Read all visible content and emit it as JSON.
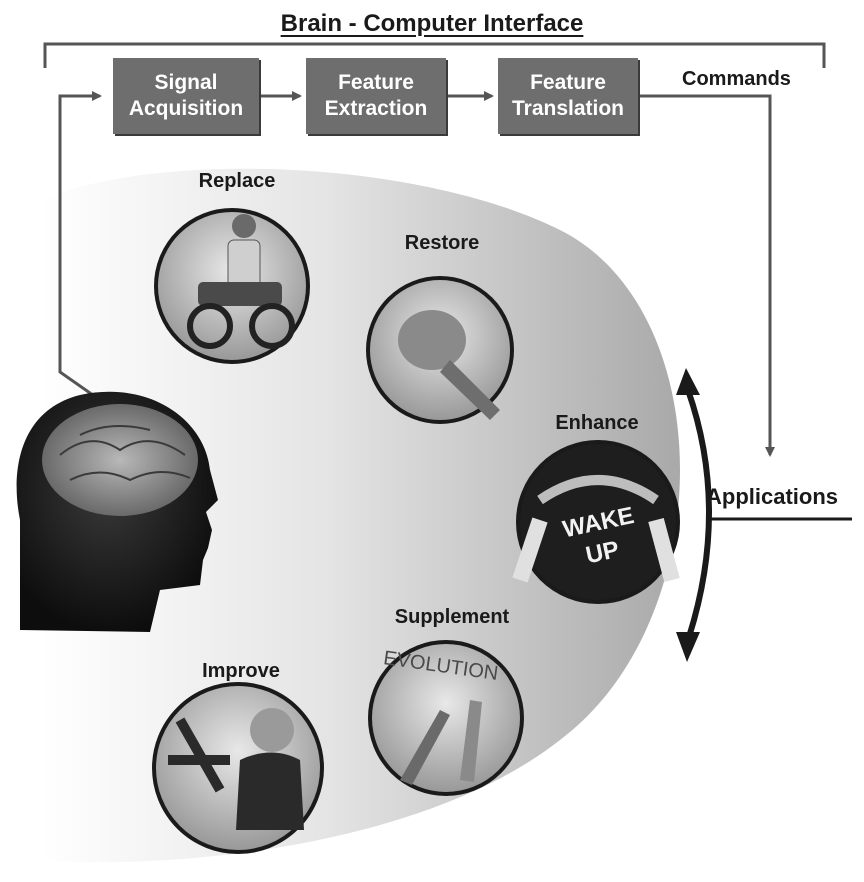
{
  "title": "Brain - Computer Interface",
  "pipeline": {
    "signal_acquisition": [
      "Signal",
      "Acquisition"
    ],
    "feature_extraction": [
      "Feature",
      "Extraction"
    ],
    "feature_translation": [
      "Feature",
      "Translation"
    ]
  },
  "commands_label": "Commands",
  "applications_label": "Applications",
  "applications": [
    "Replace",
    "Restore",
    "Enhance",
    "Supplement",
    "Improve"
  ],
  "colors": {
    "box_fill": "#6e6e6e",
    "line": "#555555",
    "text": "#1a1a1a",
    "oval_gradient_start": "#ffffff",
    "oval_gradient_end": "#a9a9a9"
  }
}
